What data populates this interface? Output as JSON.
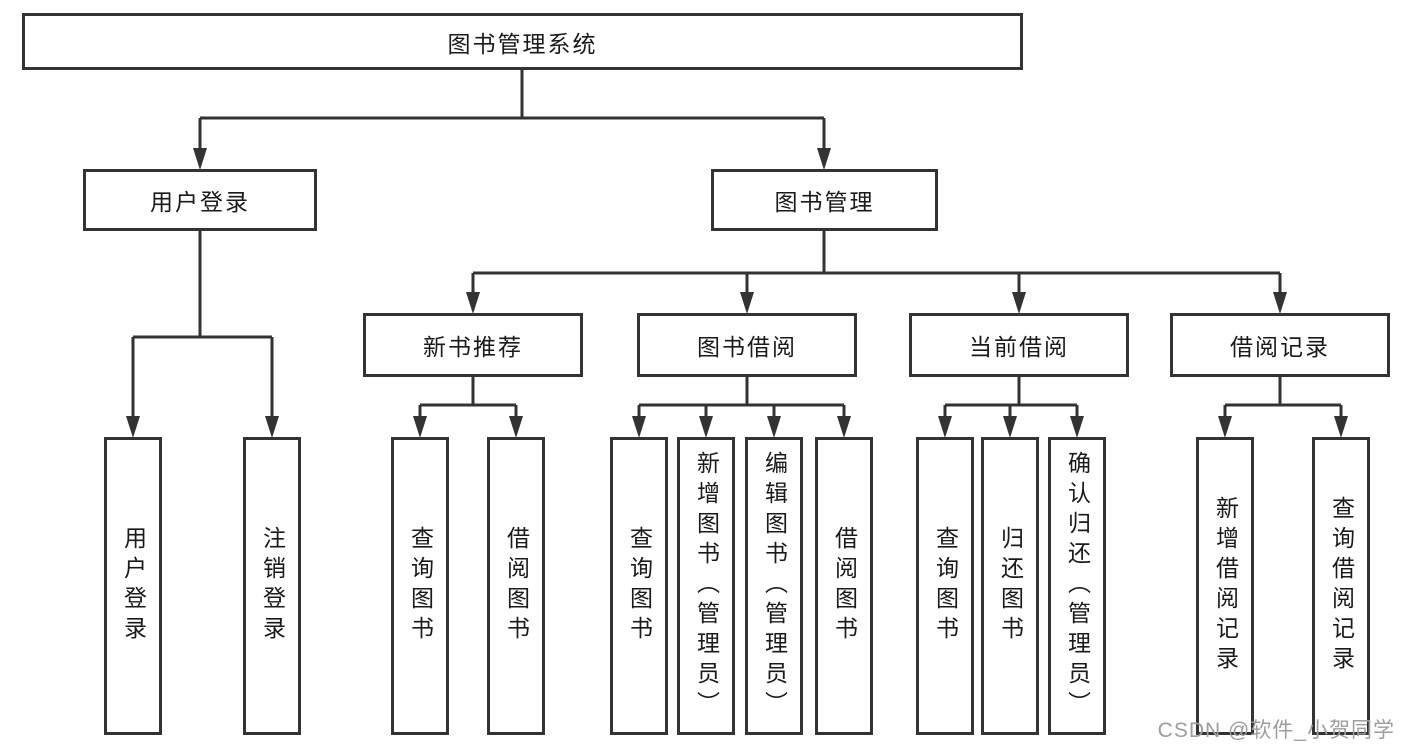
{
  "diagram": {
    "root": {
      "label": "图书管理系统"
    },
    "branches": [
      {
        "label": "用户登录",
        "children": [
          {
            "label": "用户登录"
          },
          {
            "label": "注销登录"
          }
        ]
      },
      {
        "label": "图书管理",
        "children": [
          {
            "label": "新书推荐",
            "children": [
              {
                "label": "查询图书"
              },
              {
                "label": "借阅图书"
              }
            ]
          },
          {
            "label": "图书借阅",
            "children": [
              {
                "label": "查询图书"
              },
              {
                "label": "新增图书（管理员）"
              },
              {
                "label": "编辑图书（管理员）"
              },
              {
                "label": "借阅图书"
              }
            ]
          },
          {
            "label": "当前借阅",
            "children": [
              {
                "label": "查询图书"
              },
              {
                "label": "归还图书"
              },
              {
                "label": "确认归还（管理员）"
              }
            ]
          },
          {
            "label": "借阅记录",
            "children": [
              {
                "label": "新增借阅记录"
              },
              {
                "label": "查询借阅记录"
              }
            ]
          }
        ]
      }
    ]
  },
  "watermark": {
    "text": "CSDN @软件_小贺同学"
  },
  "colors": {
    "line": "#333333",
    "text": "#1a1a1a",
    "watermark": "#9e9e9e",
    "background": "#ffffff"
  }
}
